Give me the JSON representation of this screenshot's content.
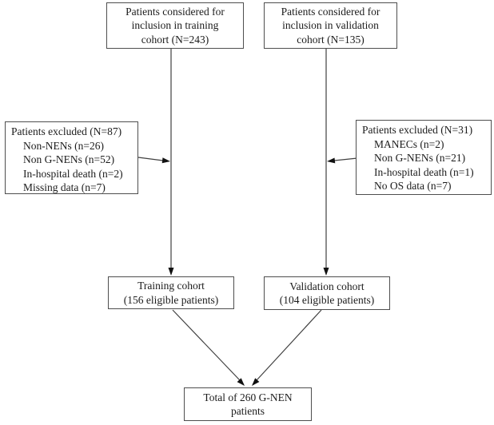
{
  "figure": {
    "type": "patient-flow-diagram",
    "background_color": "#ffffff",
    "box_border_color": "#4e4e4e",
    "line_color": "#404040",
    "arrowhead_color": "#111111",
    "text_color": "#1b1b1b"
  },
  "boxes": {
    "training_considered": {
      "lines": [
        "Patients considered for",
        "inclusion in training",
        "cohort (N=243)"
      ]
    },
    "validation_considered": {
      "lines": [
        "Patients considered for",
        "inclusion in validation",
        "cohort (N=135)"
      ]
    },
    "training_excluded": {
      "title": "Patients excluded (N=87)",
      "items": [
        "Non-NENs (n=26)",
        "Non G-NENs (n=52)",
        "In-hospital death (n=2)",
        "Missing data (n=7)"
      ]
    },
    "validation_excluded": {
      "title": "Patients excluded (N=31)",
      "items": [
        "MANECs (n=2)",
        "Non G-NENs (n=21)",
        "In-hospital death (n=1)",
        "No OS data (n=7)"
      ]
    },
    "training_cohort": {
      "lines": [
        "Training cohort",
        "(156 eligible patients)"
      ]
    },
    "validation_cohort": {
      "lines": [
        "Validation cohort",
        "(104 eligible patients)"
      ]
    },
    "total": {
      "lines": [
        "Total of 260 G-NEN",
        "patients"
      ]
    }
  }
}
